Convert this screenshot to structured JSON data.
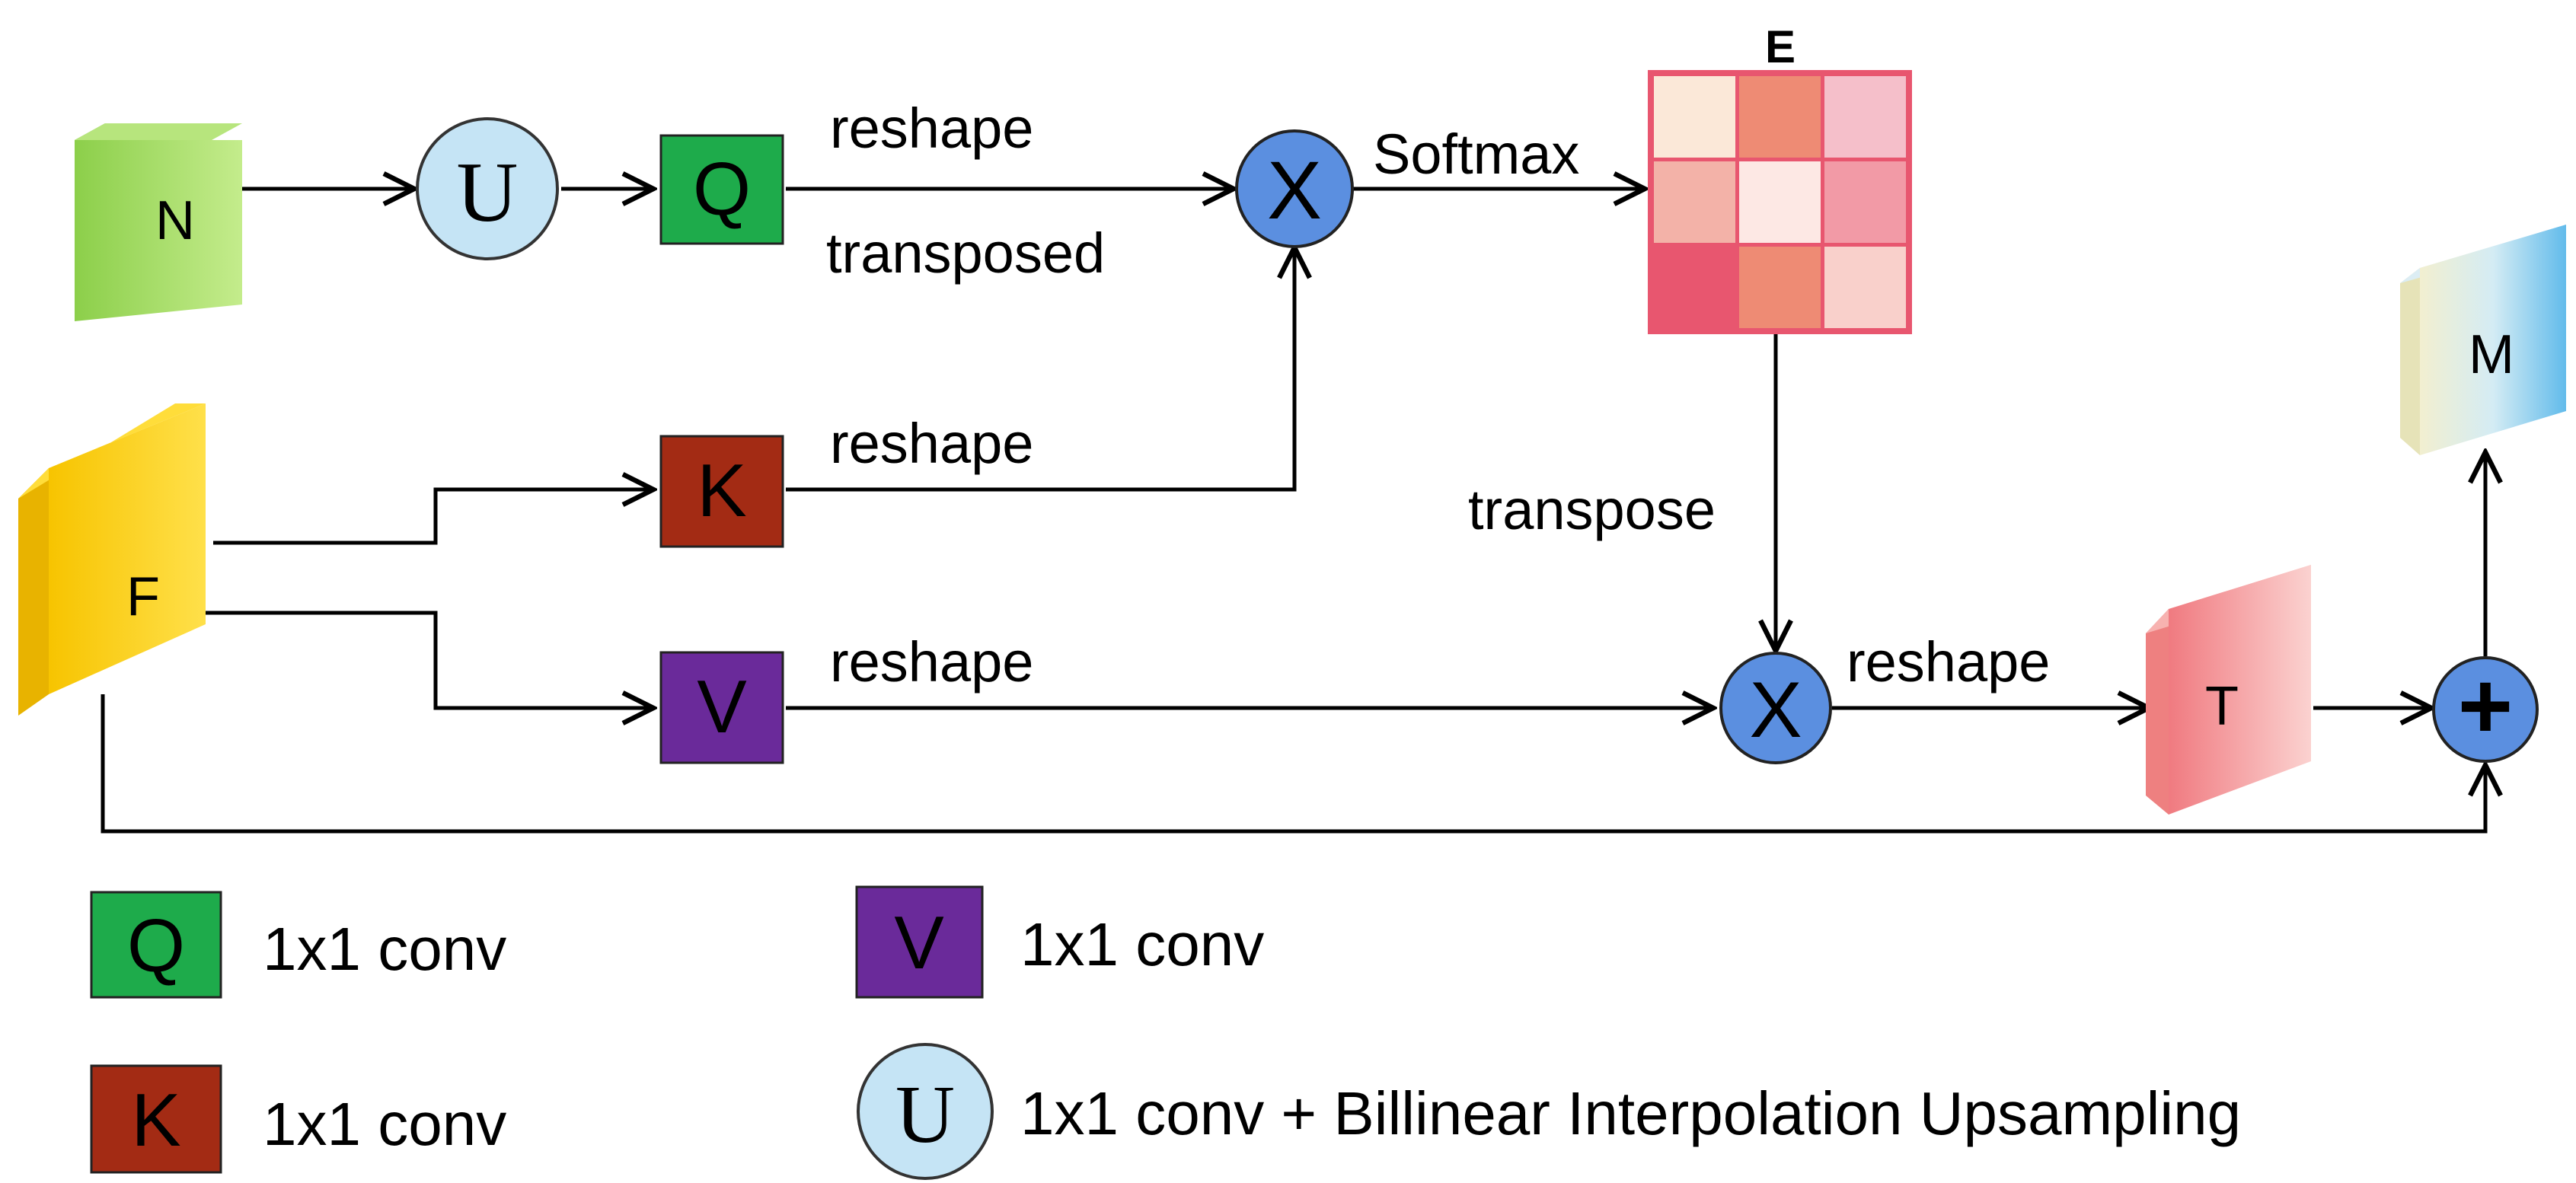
{
  "nodes": {
    "n": {
      "label": "N",
      "color": "#a6e06a"
    },
    "f": {
      "label": "F",
      "color": "#ffd21a"
    },
    "u": {
      "label": "U",
      "color": "#c5e4f5"
    },
    "q": {
      "label": "Q",
      "color": "#1eab4b"
    },
    "k": {
      "label": "K",
      "color": "#a32b14"
    },
    "v": {
      "label": "V",
      "color": "#6a2a9a"
    },
    "mult1": {
      "label": "X",
      "color": "#5b8fe0"
    },
    "mult2": {
      "label": "X",
      "color": "#5b8fe0"
    },
    "plus": {
      "label": "+",
      "color": "#5b8fe0"
    },
    "t": {
      "label": "T",
      "color": "#f28b8b"
    },
    "m": {
      "label": "M",
      "color": "#8fd0ef"
    },
    "e": {
      "label": "E",
      "grid_colors": [
        "#fbe8d8",
        "#ee8b74",
        "#f5bfca",
        "#f3b2a8",
        "#fde8e4",
        "#f29aa6",
        "#e8566f",
        "#ee8b74",
        "#f9d0cb"
      ],
      "border_color": "#e8566f"
    }
  },
  "edges": {
    "q_reshape": "reshape",
    "q_transposed": "transposed",
    "softmax": "Softmax",
    "k_reshape": "reshape",
    "transpose": "transpose",
    "v_reshape": "reshape",
    "t_reshape": "reshape"
  },
  "legend": {
    "q_desc": "1x1 conv",
    "k_desc": "1x1 conv",
    "v_desc": "1x1 conv",
    "u_desc": "1x1 conv + Billinear Interpolation Upsampling"
  }
}
